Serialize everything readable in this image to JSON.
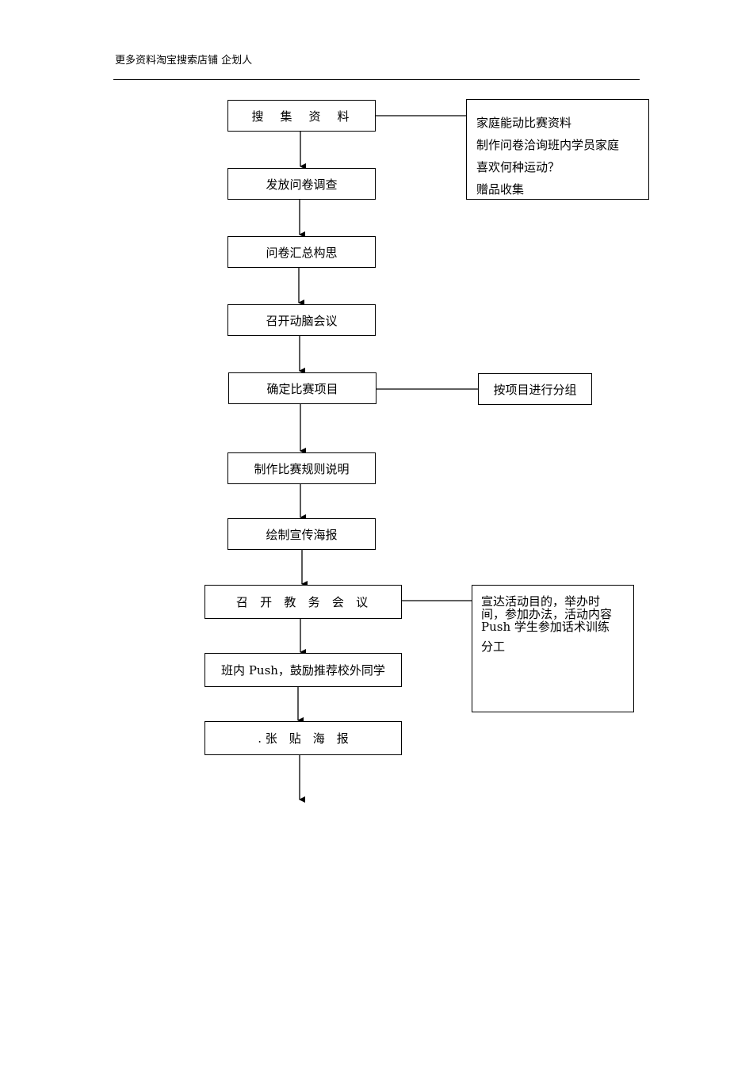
{
  "header": {
    "text": "更多资料淘宝搜索店铺 企划人"
  },
  "steps": [
    {
      "label": "搜　集　资　料"
    },
    {
      "label": "发放问卷调查"
    },
    {
      "label": "问卷汇总构思"
    },
    {
      "label": "召开动脑会议"
    },
    {
      "label": "确定比赛项目"
    },
    {
      "label": "制作比赛规则说明"
    },
    {
      "label": "绘制宣传海报"
    },
    {
      "label": "召 开 教 务 会 议"
    },
    {
      "label": "班内 Push，鼓励推荐校外同学"
    },
    {
      "label": ". 张　贴　海　报"
    }
  ],
  "notes": {
    "materials": {
      "lines": [
        "家庭能动比赛资料",
        "制作问卷洽询班内学员家庭",
        "喜欢何种运动？",
        "赠品收集"
      ]
    },
    "grouping": {
      "lines": [
        "按项目进行分组"
      ]
    },
    "meeting": {
      "lines": [
        "宣达活动目的，举办时",
        "间，参加办法，活动内容",
        "Push 学生参加话术训练",
        "分工"
      ]
    }
  }
}
